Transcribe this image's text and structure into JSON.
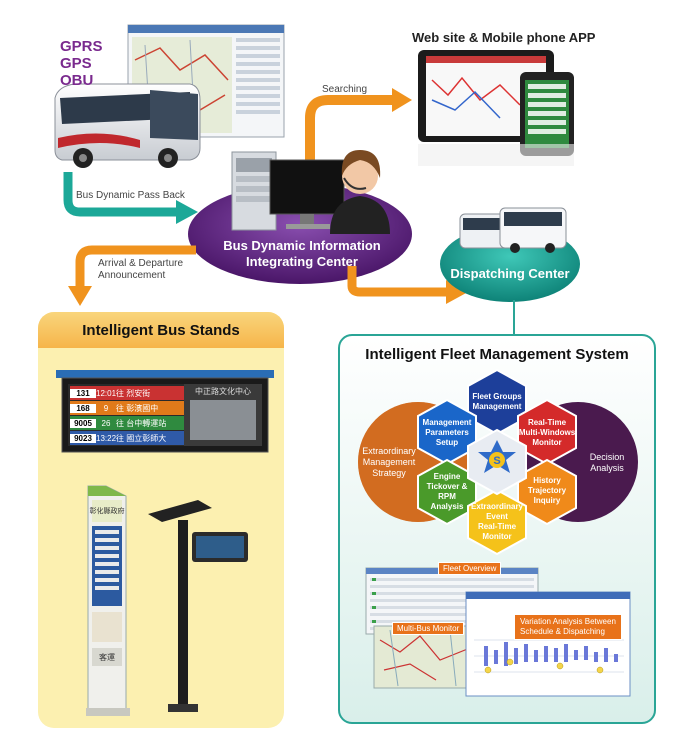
{
  "obu_labels": [
    "GPRS",
    "GPS",
    "OBU"
  ],
  "web_title": "Web site  & Mobile phone APP",
  "searching": "Searching",
  "bus_pass_back": "Bus Dynamic Pass Back",
  "integrating_center": [
    "Bus Dynamic Information",
    "Integrating Center"
  ],
  "arrival": [
    "Arrival & Departure",
    "Announcement"
  ],
  "dispatching_center": "Dispatching Center",
  "bus_stands_title": "Intelligent Bus Stands",
  "fleet_title": "Intelligent Fleet Management System",
  "hexes": {
    "fleet_groups": [
      "Fleet Groups",
      "Management"
    ],
    "mgmt_params": [
      "Management",
      "Parameters",
      "Setup"
    ],
    "realtime_multi": [
      "Real-Time",
      "Multi-Windows",
      "Monitor"
    ],
    "engine": [
      "Engine",
      "Tickover &",
      "RPM",
      "Analysis"
    ],
    "history": [
      "History",
      "Trajectory",
      "Inquiry"
    ],
    "extra_event": [
      "Extraordinary",
      "Event",
      "Real-Time",
      "Monitor"
    ]
  },
  "side_left": [
    "Extraordinary",
    "Management",
    "Strategy"
  ],
  "side_right": [
    "Decision",
    "Analysis"
  ],
  "fleet_overview": "Fleet Overview",
  "multi_bus": "Multi-Bus Monitor",
  "variation": [
    "Variation Analysis Between",
    "Schedule & Dispatching"
  ],
  "sign_rows": [
    {
      "route": "131",
      "time": "12:01",
      "dest": "往 烈安街"
    },
    {
      "route": "168",
      "time": "9",
      "dest": "往 彰濱國中"
    },
    {
      "route": "9005",
      "time": "26",
      "dest": "往 台中轉運站"
    },
    {
      "route": "9023",
      "time": "13:22",
      "dest": "往 國立彰師大"
    }
  ],
  "sign_side": "中正路文化中心",
  "kiosk_top": "彰化縣政府",
  "kiosk_bottom": "客運",
  "colors": {
    "purple": "#5b1f7a",
    "teal": "#1ca898",
    "orange": "#f0931e",
    "stand_bg": "#fcf0b0",
    "fleet_border": "#2aa596"
  }
}
